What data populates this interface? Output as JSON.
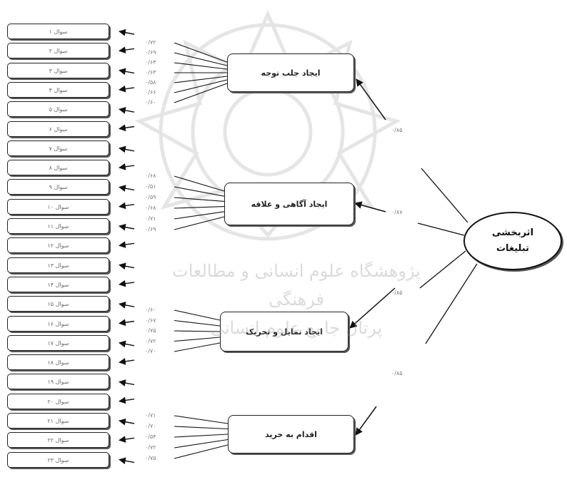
{
  "questions": [
    "سوال ۱",
    "سوال ۲",
    "سوال ۳",
    "سوال ۴",
    "سوال ۵",
    "سوال ۶",
    "سوال ۷",
    "سوال ۸",
    "سوال ۹",
    "سوال ۱۰",
    "سوال ۱۱",
    "سوال ۱۲",
    "سوال ۱۳",
    "سوال ۱۴",
    "سوال ۱۵",
    "سوال ۱۶",
    "سوال ۱۷",
    "سوال ۱۸",
    "سوال ۱۹",
    "سوال ۲۰",
    "سوال ۲۱",
    "سوال ۲۲",
    "سوال ۲۳"
  ],
  "factors": [
    {
      "label": "ایجاد جلب توجه",
      "loadings": [
        "۰/۷۲",
        "۰/۶۹",
        "۰/۶۴",
        "۰/۶۳",
        "۰/۵۸",
        "۰/۶۶",
        "۰/۶۰"
      ],
      "path_coefficient": "۰/۸۵"
    },
    {
      "label": "ایجاد آگاهی و علاقه",
      "loadings": [
        "۰/۶۸",
        "۰/۵۱",
        "۰/۵۹",
        "۰/۶۸",
        "۰/۷۱",
        "۰/۶۹"
      ],
      "path_coefficient": "۰/۸۷"
    },
    {
      "label": "ایجاد تمایل و تحریک",
      "loadings": [
        "۰/۶۰",
        "۰/۶۷",
        "۰/۷۵",
        "۰/۷۲",
        "۰/۷۰"
      ],
      "path_coefficient": "۰/۸۵"
    },
    {
      "label": "اقدام به خرید",
      "loadings": [
        "۰/۷۱",
        "۰/۷۰",
        "۰/۵۴",
        "۰/۷۲",
        "۰/۷۵"
      ],
      "path_coefficient": "۰/۸۵"
    }
  ],
  "main_construct": {
    "line1": "اثربخشی",
    "line2": "تبلیغات"
  },
  "watermark": {
    "line1": "پژوهشگاه علوم انسانی و مطالعات فرهنگی",
    "line2": "پرتال جامع علوم انسانی"
  }
}
